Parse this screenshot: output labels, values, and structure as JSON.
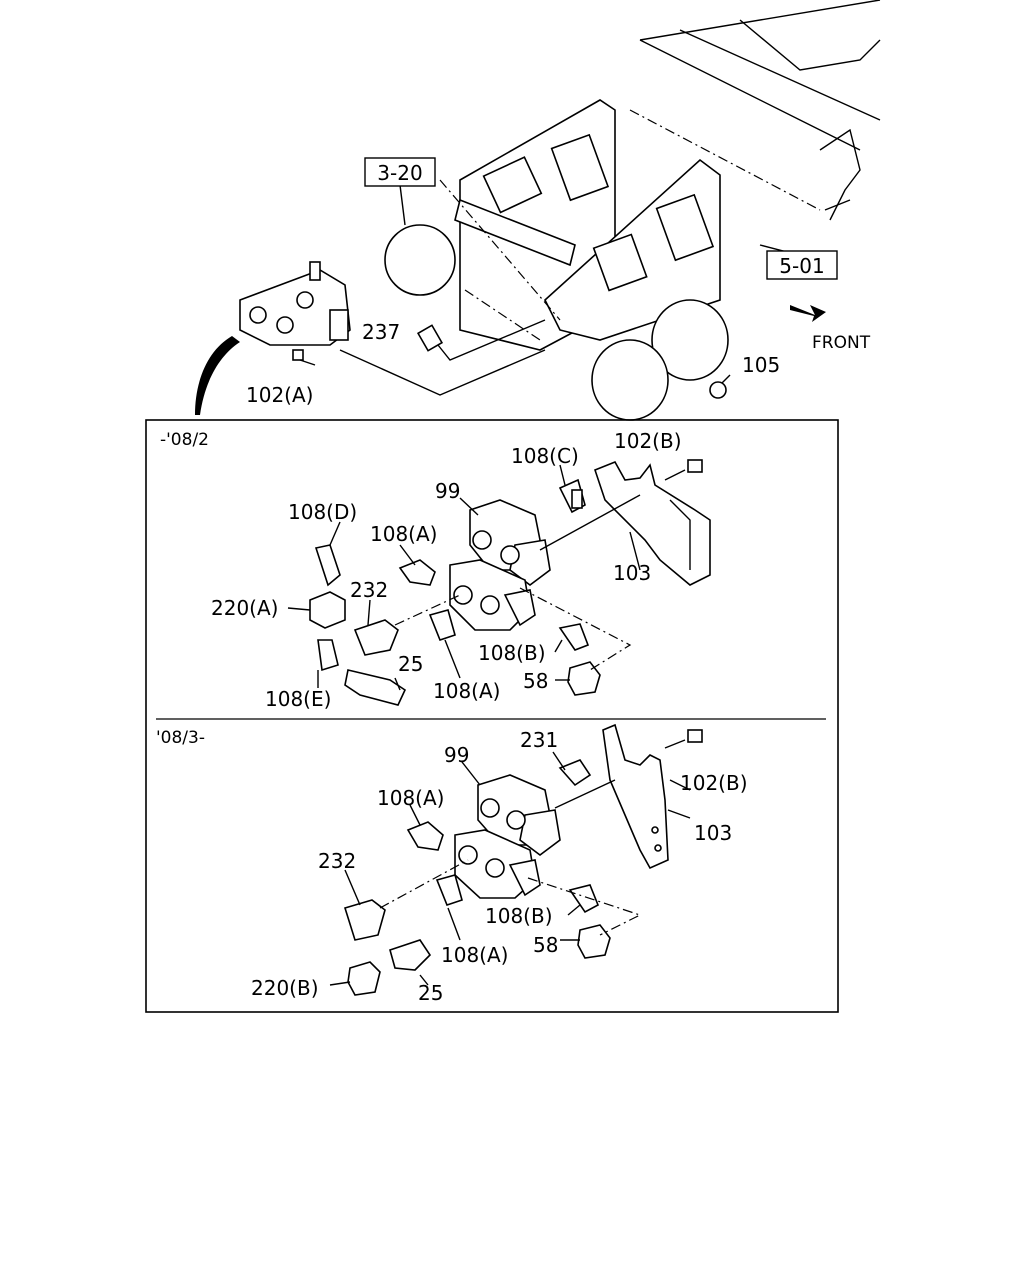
{
  "refs": {
    "ref_3_20": "3-20",
    "ref_5_01": "5-01"
  },
  "front_label": "FRONT",
  "top": {
    "l237": "237",
    "l105": "105",
    "l102A": "102(A)"
  },
  "panel1": {
    "range": "-'08/2",
    "l102B": "102(B)",
    "l108C": "108(C)",
    "l99": "99",
    "l108D": "108(D)",
    "l108A_1": "108(A)",
    "l103": "103",
    "l232": "232",
    "l220A": "220(A)",
    "l25": "25",
    "l108B": "108(B)",
    "l108A_2": "108(A)",
    "l58": "58",
    "l108E": "108(E)"
  },
  "panel2": {
    "range": "'08/3-",
    "l99": "99",
    "l231": "231",
    "l102B": "102(B)",
    "l108A_1": "108(A)",
    "l103": "103",
    "l232": "232",
    "l108B": "108(B)",
    "l108A_2": "108(A)",
    "l58": "58",
    "l220B": "220(B)",
    "l25": "25"
  }
}
